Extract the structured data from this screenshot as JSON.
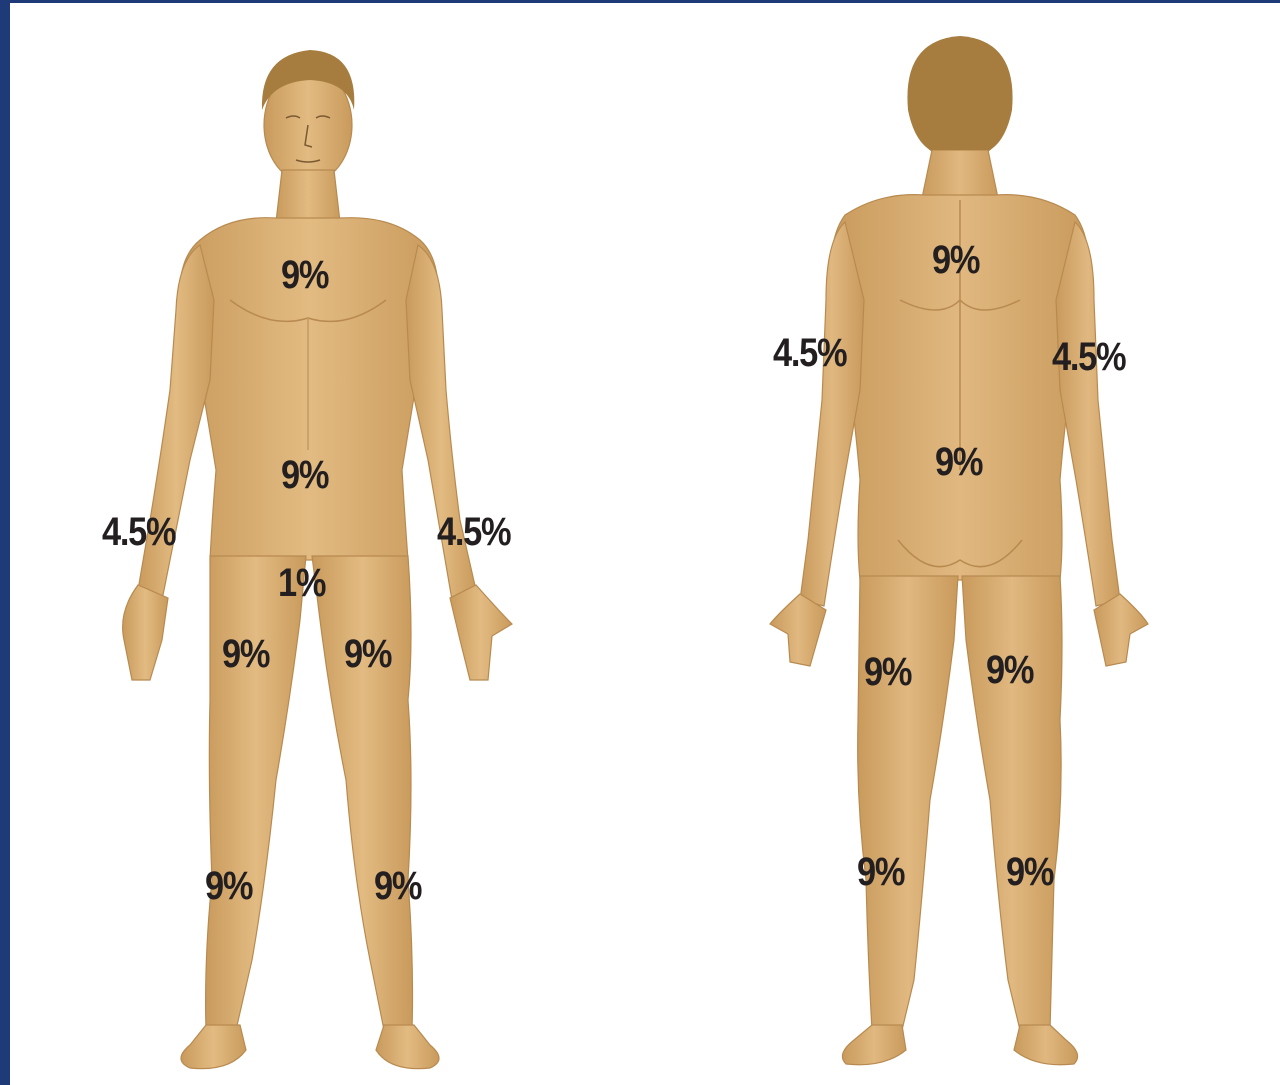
{
  "colors": {
    "frame": "#1e3a78",
    "skin": "#dcb277",
    "skin_shade": "#c99a5c",
    "hair": "#a67c3f",
    "label": "#231f20"
  },
  "front_view": {
    "chest": "9%",
    "abdomen": "9%",
    "right_arm": "4.5%",
    "left_arm": "4.5%",
    "genitals": "1%",
    "right_thigh": "9%",
    "left_thigh": "9%",
    "right_lower_leg": "9%",
    "left_lower_leg": "9%"
  },
  "back_view": {
    "upper_back": "9%",
    "left_arm": "4.5%",
    "right_arm": "4.5%",
    "lower_back": "9%",
    "left_thigh": "9%",
    "right_thigh": "9%",
    "left_lower_leg": "9%",
    "right_lower_leg": "9%"
  }
}
